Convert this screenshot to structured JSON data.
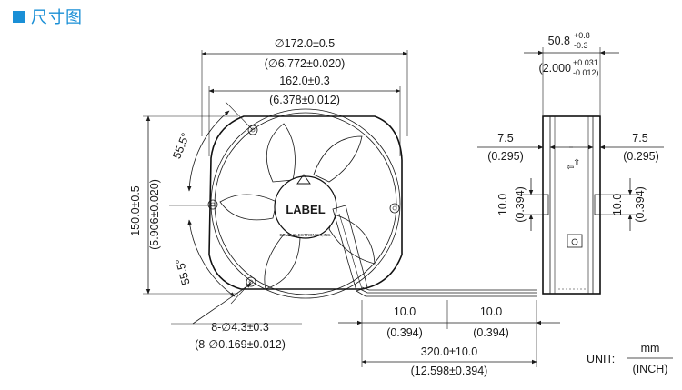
{
  "header": {
    "title": "尺寸图",
    "accent_color": "#1a8fd6"
  },
  "front_view": {
    "outer_dia": "∅172.0±0.5",
    "outer_dia_inch": "(∅6.772±0.020)",
    "width": "162.0±0.3",
    "width_inch": "(6.378±0.012)",
    "height": "150.0±0.5",
    "height_inch": "(5.906±0.020)",
    "angle_top": "55.5°",
    "angle_bottom": "55.5°",
    "hole": "8-∅4.3±0.3",
    "hole_inch": "(8-∅0.169±0.012)",
    "label": "LABEL",
    "brand": "DELTA ELECTRONICS,INC."
  },
  "side_view": {
    "depth": "50.8",
    "depth_tol_plus": "+0.8",
    "depth_tol_minus": "-0.3",
    "depth_inch": "(2.000",
    "depth_inch_tol_plus": "+0.031",
    "depth_inch_tol_minus": "-0.012)",
    "flange_left": "7.5",
    "flange_left_inch": "(0.295)",
    "flange_right": "7.5",
    "flange_right_inch": "(0.295)",
    "slot_left": "10.0",
    "slot_left_inch": "(0.394)",
    "slot_right": "10.0",
    "slot_right_inch": "(0.394)"
  },
  "lead_wire": {
    "strip_a": "10.0",
    "strip_a_inch": "(0.394)",
    "strip_b": "10.0",
    "strip_b_inch": "(0.394)",
    "length": "320.0±10.0",
    "length_inch": "(12.598±0.394)"
  },
  "units": {
    "label": "UNIT:",
    "primary": "mm",
    "secondary": "(INCH)"
  }
}
